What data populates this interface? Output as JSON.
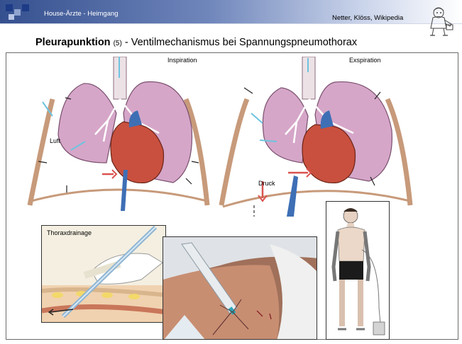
{
  "header": {
    "title": "House-Ärzte - Heimgang",
    "credits": "Netter, Klöss, Wikipedia"
  },
  "slide": {
    "title_bold": "Pleurapunktion",
    "title_number": "(5)",
    "title_rest": " -  Ventilmechanismus bei Spannungspneumothorax"
  },
  "figure": {
    "label_inspiration": "Inspiration",
    "label_exspiration": "Exspiration",
    "label_luft": "Luft",
    "label_druck": "Druck",
    "label_thoraxdrainage": "Thoraxdrainage"
  },
  "colors": {
    "header_dark": "#35508f",
    "lung_pink": "#d5a6c8",
    "airway_arrow": "#6ec3e0",
    "pressure_arrow": "#d9534f"
  }
}
